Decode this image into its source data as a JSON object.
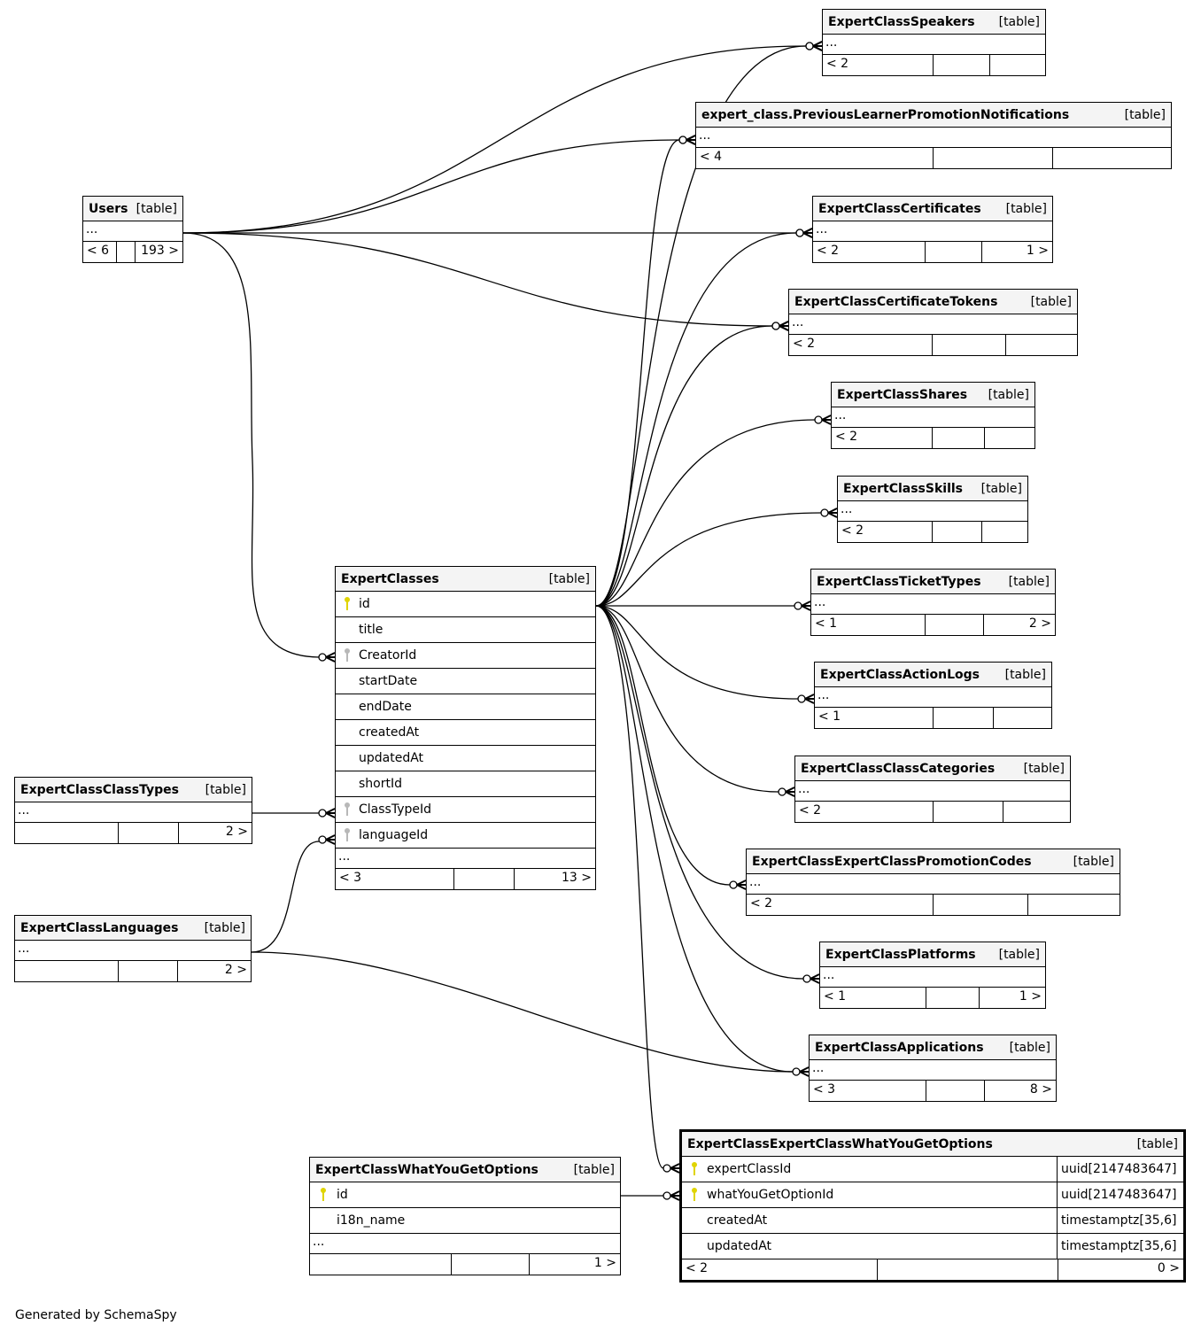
{
  "footer": "Generated by SchemaSpy",
  "colors": {
    "primary_key": "#e0d400",
    "foreign_key": "#b8b8b8",
    "header_bg": "#f4f4f4",
    "line": "#000000"
  },
  "tables": {
    "speakers": {
      "name": "ExpertClassSpeakers",
      "kind": "[table]",
      "ellipsis": "...",
      "parents": "< 2",
      "mid": "",
      "children": ""
    },
    "prevLearner": {
      "name": "expert_class.PreviousLearnerPromotionNotifications",
      "kind": "[table]",
      "ellipsis": "...",
      "parents": "< 4",
      "mid": "",
      "children": ""
    },
    "users": {
      "name": "Users",
      "kind": "[table]",
      "ellipsis": "...",
      "parents": "< 6",
      "mid": "",
      "children": "193 >"
    },
    "certificates": {
      "name": "ExpertClassCertificates",
      "kind": "[table]",
      "ellipsis": "...",
      "parents": "< 2",
      "mid": "",
      "children": "1 >"
    },
    "certTokens": {
      "name": "ExpertClassCertificateTokens",
      "kind": "[table]",
      "ellipsis": "...",
      "parents": "< 2",
      "mid": "",
      "children": ""
    },
    "shares": {
      "name": "ExpertClassShares",
      "kind": "[table]",
      "ellipsis": "...",
      "parents": "< 2",
      "mid": "",
      "children": ""
    },
    "skills": {
      "name": "ExpertClassSkills",
      "kind": "[table]",
      "ellipsis": "...",
      "parents": "< 2",
      "mid": "",
      "children": ""
    },
    "ticketTypes": {
      "name": "ExpertClassTicketTypes",
      "kind": "[table]",
      "ellipsis": "...",
      "parents": "< 1",
      "mid": "",
      "children": "2 >"
    },
    "actionLogs": {
      "name": "ExpertClassActionLogs",
      "kind": "[table]",
      "ellipsis": "...",
      "parents": "< 1",
      "mid": "",
      "children": ""
    },
    "classCategories": {
      "name": "ExpertClassClassCategories",
      "kind": "[table]",
      "ellipsis": "...",
      "parents": "< 2",
      "mid": "",
      "children": ""
    },
    "promoCodes": {
      "name": "ExpertClassExpertClassPromotionCodes",
      "kind": "[table]",
      "ellipsis": "...",
      "parents": "< 2",
      "mid": "",
      "children": ""
    },
    "platforms": {
      "name": "ExpertClassPlatforms",
      "kind": "[table]",
      "ellipsis": "...",
      "parents": "< 1",
      "mid": "",
      "children": "1 >"
    },
    "applications": {
      "name": "ExpertClassApplications",
      "kind": "[table]",
      "ellipsis": "...",
      "parents": "< 3",
      "mid": "",
      "children": "8 >"
    },
    "classTypes": {
      "name": "ExpertClassClassTypes",
      "kind": "[table]",
      "ellipsis": "...",
      "parents": "",
      "mid": "",
      "children": "2 >"
    },
    "languages": {
      "name": "ExpertClassLanguages",
      "kind": "[table]",
      "ellipsis": "...",
      "parents": "",
      "mid": "",
      "children": "2 >"
    },
    "expertClasses": {
      "name": "ExpertClasses",
      "kind": "[table]",
      "ellipsis": "...",
      "parents": "< 3",
      "mid": "",
      "children": "13 >",
      "columns": [
        {
          "name": "id",
          "key": "pk"
        },
        {
          "name": "title",
          "key": ""
        },
        {
          "name": "CreatorId",
          "key": "fk"
        },
        {
          "name": "startDate",
          "key": ""
        },
        {
          "name": "endDate",
          "key": ""
        },
        {
          "name": "createdAt",
          "key": ""
        },
        {
          "name": "updatedAt",
          "key": ""
        },
        {
          "name": "shortId",
          "key": ""
        },
        {
          "name": "ClassTypeId",
          "key": "fk"
        },
        {
          "name": "languageId",
          "key": "fk"
        }
      ]
    },
    "whatYouGet": {
      "name": "ExpertClassWhatYouGetOptions",
      "kind": "[table]",
      "ellipsis": "...",
      "parents": "",
      "mid": "",
      "children": "1 >",
      "columns": [
        {
          "name": "id",
          "key": "pk"
        },
        {
          "name": "i18n_name",
          "key": ""
        }
      ]
    },
    "ecWhatYouGet": {
      "name": "ExpertClassExpertClassWhatYouGetOptions",
      "kind": "[table]",
      "parents": "< 2",
      "mid": "",
      "children": "0 >",
      "columns": [
        {
          "name": "expertClassId",
          "key": "pk",
          "type": "uuid[2147483647]"
        },
        {
          "name": "whatYouGetOptionId",
          "key": "pk",
          "type": "uuid[2147483647]"
        },
        {
          "name": "createdAt",
          "key": "",
          "type": "timestamptz[35,6]"
        },
        {
          "name": "updatedAt",
          "key": "",
          "type": "timestamptz[35,6]"
        }
      ]
    }
  }
}
